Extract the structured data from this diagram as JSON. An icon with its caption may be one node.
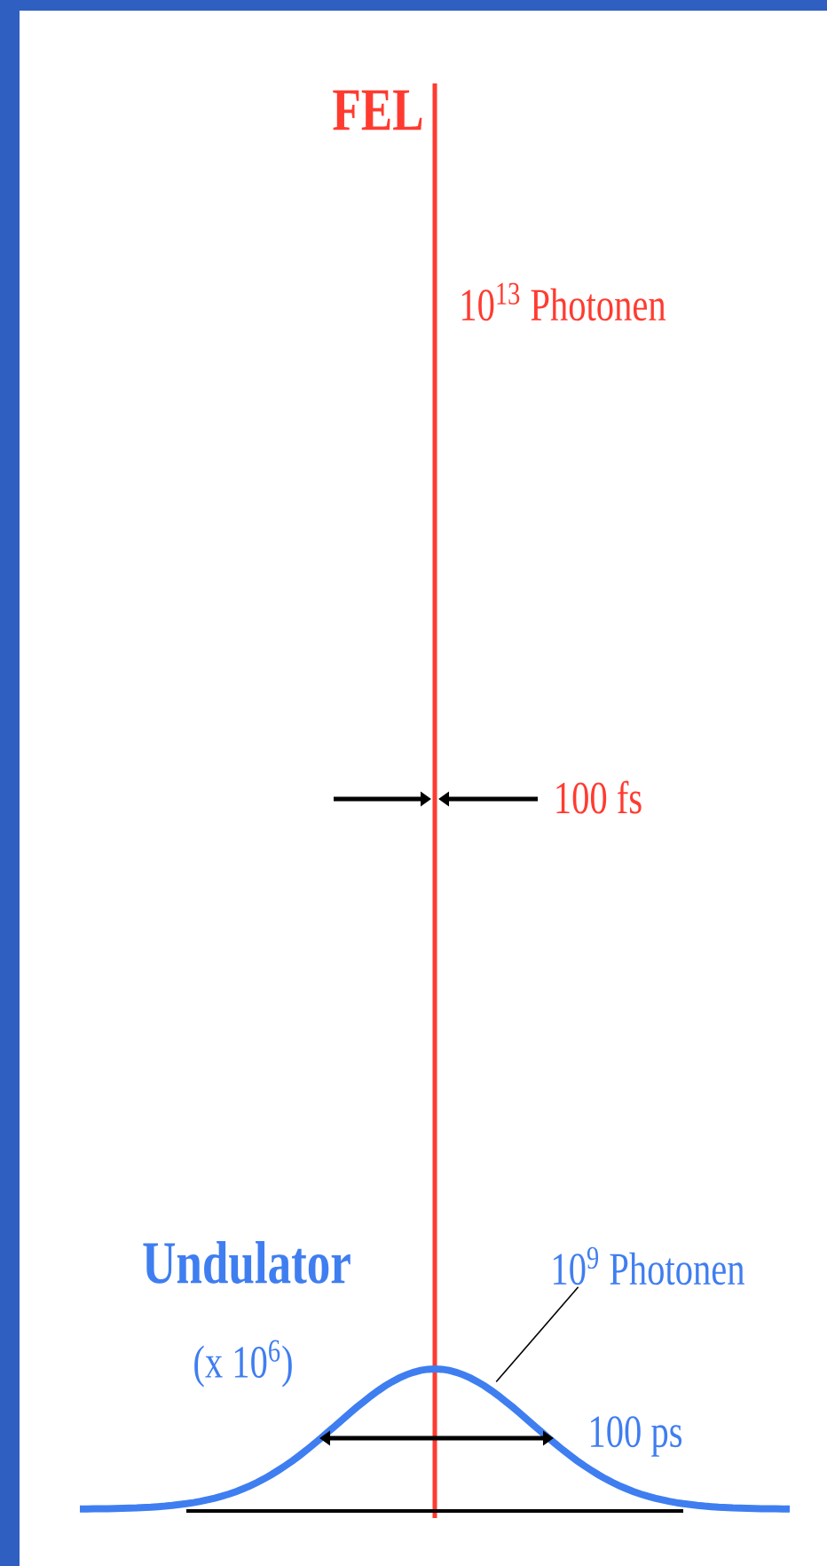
{
  "diagram": {
    "nodes": [
      {
        "text": [
          "10$^{9}$ Photonen"
        ]
      },
      {
        "text": [],
        "shape": "curve"
      }
    ],
    "edges": [
      {
        "from": 0,
        "to": 1,
        "arrow": "none"
      }
    ],
    "labels": [
      "FEL",
      "10$^{13}$ Photonen",
      "100 fs",
      "Undulator",
      "(x 10$^{6}$)",
      "100 ps"
    ]
  }
}
